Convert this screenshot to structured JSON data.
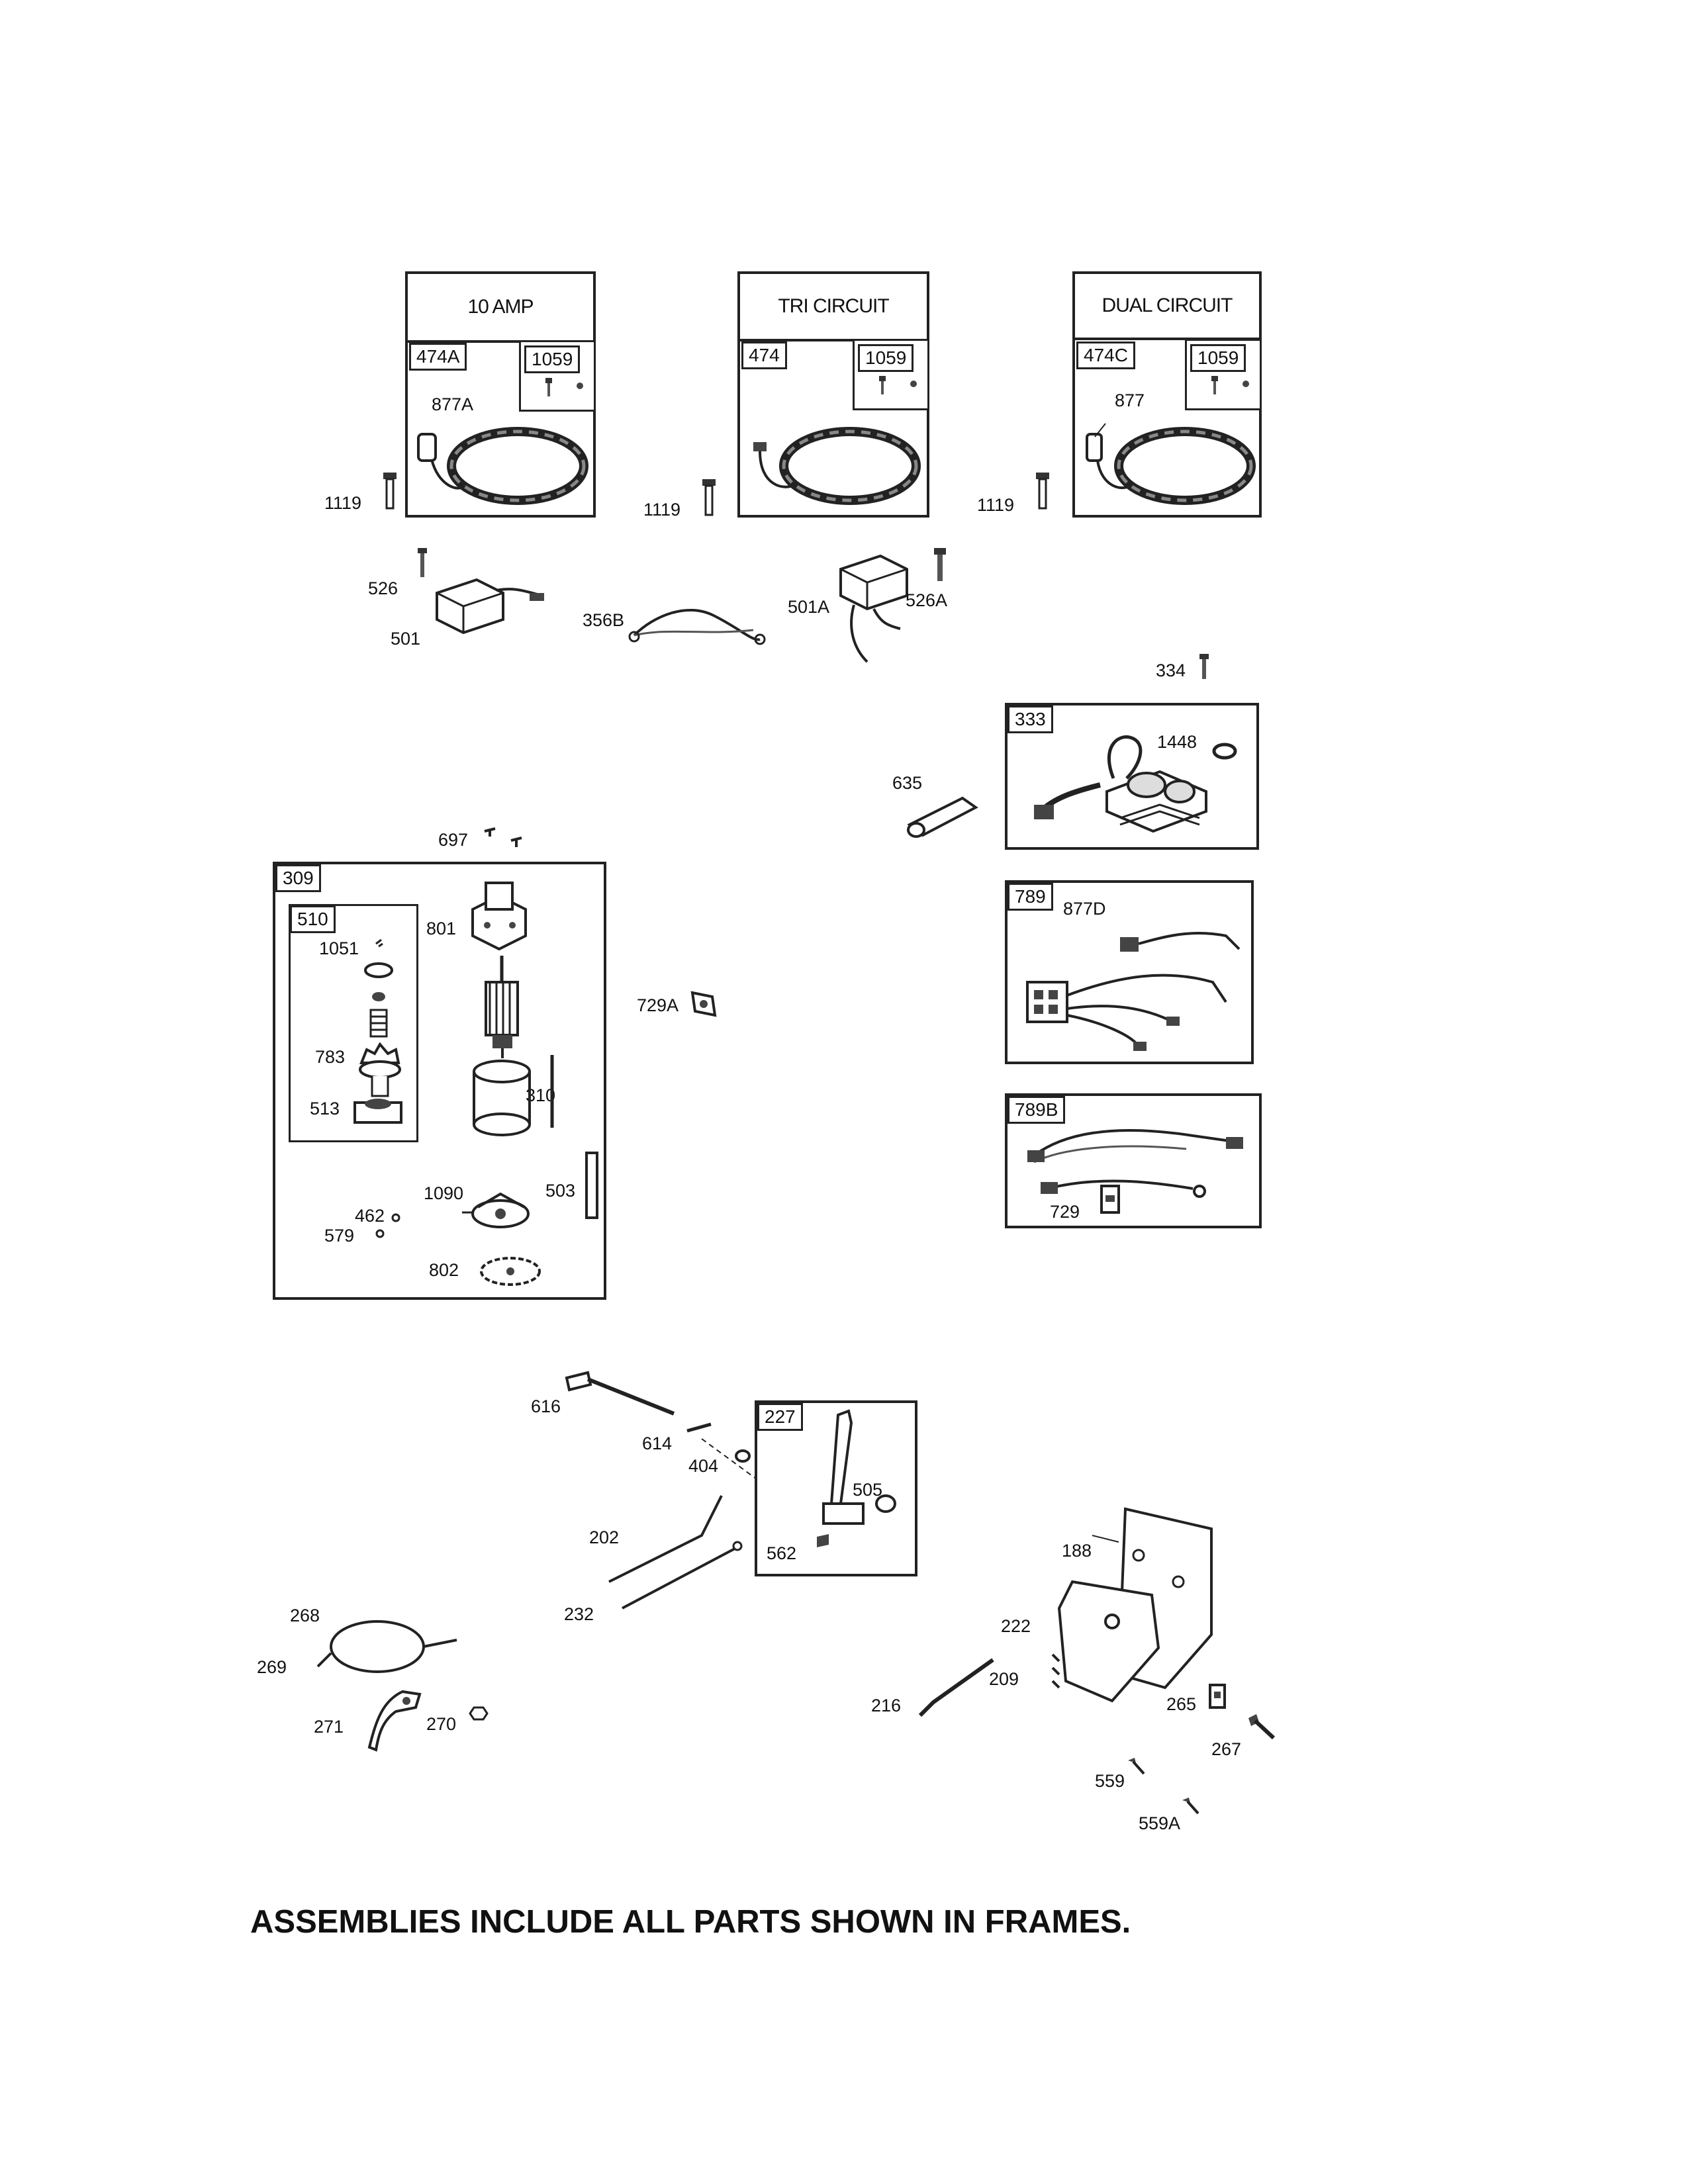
{
  "frames": {
    "amp10": {
      "title": "10 AMP",
      "assembly": "474A",
      "hardware": "1059",
      "wire": "877A"
    },
    "tri": {
      "title": "TRI CIRCUIT",
      "assembly": "474",
      "hardware": "1059"
    },
    "dual": {
      "title": "DUAL CIRCUIT",
      "assembly": "474C",
      "hardware": "1059",
      "wire": "877"
    },
    "f333": {
      "tag": "333",
      "washer": "1448"
    },
    "f789": {
      "tag": "789",
      "harness": "877D"
    },
    "f789b": {
      "tag": "789B",
      "clip": "729"
    },
    "f309": {
      "tag": "309",
      "sub": "510",
      "labels": {
        "p1051": "1051",
        "p783": "783",
        "p513": "513",
        "p801": "801",
        "p310": "310",
        "p503": "503",
        "p1090": "1090",
        "p462": "462",
        "p579": "579",
        "p802": "802"
      }
    },
    "f227": {
      "tag": "227",
      "labels": {
        "p505": "505",
        "p562": "562"
      }
    }
  },
  "labels": {
    "l1119a": "1119",
    "l1119b": "1119",
    "l1119c": "1119",
    "l526": "526",
    "l501": "501",
    "l356b": "356B",
    "l501a": "501A",
    "l526a": "526A",
    "l334": "334",
    "l635": "635",
    "l697": "697",
    "l729a": "729A",
    "l616": "616",
    "l614": "614",
    "l404": "404",
    "l202": "202",
    "l232": "232",
    "l268": "268",
    "l269": "269",
    "l271": "271",
    "l270": "270",
    "l188": "188",
    "l222": "222",
    "l209": "209",
    "l216": "216",
    "l265": "265",
    "l267": "267",
    "l559": "559",
    "l559a": "559A"
  },
  "footer": "ASSEMBLIES INCLUDE ALL PARTS SHOWN IN FRAMES."
}
